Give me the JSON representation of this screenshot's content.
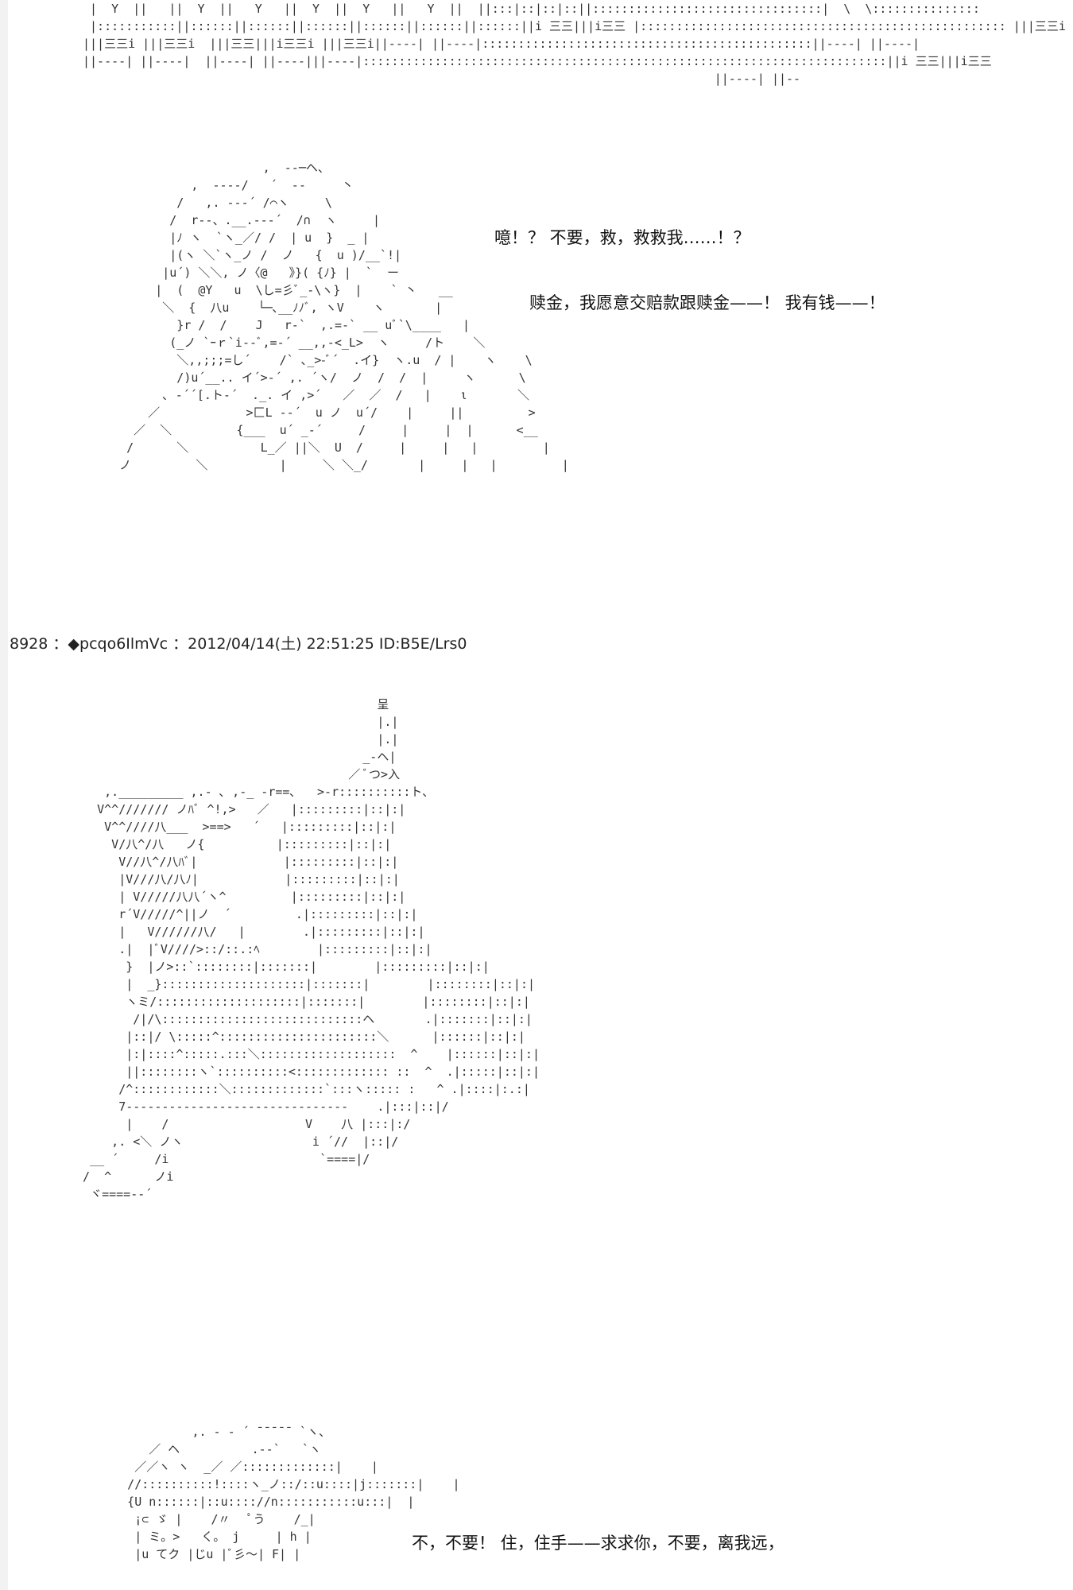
{
  "thread": {
    "post_header": "8928 ：◆pcqo6IlmVc ：2012/04/14(土) 22:51:25 ID:B5E/Lrs0"
  },
  "art": {
    "top_fragment": " |  Y  ||   ||  Y  ||   Y   ||  Y  ||  Y   ||   Y  ||  ||:::|::|::|::||::::::::::::::::::::::::::::::::|  \\  \\:::::::::::::::\n |:::::::::::||::::::||::::::||::::::||::::::||::::::||::::::||i 三三|||i三三 |::::::::::::::::::::::::::::::::::::::::::::::::::: |||三三i |||三三\n|||三三i |||三三i  |||三三|||i三三i |||三三i||----| ||----|::::::::::::::::::::::::::::::::::::::::::::::||----| ||----|\n||----| ||----|  ||----| ||----|||----|:::::::::::::::::::::::::::::::::::::::::::::::::::::::::::::::::::::::::||i 三三|||i三三\n                                                                                        ||----| ||--",
    "figure_1": "                      ,  --─ヘ、\n            ,  ----/   ´  -‐     丶\n          /   ,. --‐´ /⌒ヽ     \\\n         /  r--、.__.--‐´  /∩  ヽ     |\n         |ﾉ ヽ  `ヽ_／/ /  | u  }  _ |\n         |(ヽ ＼`ヽ_ノ /  ノ   {  u )/__`!|\n        |u´) ＼＼, ノ〈@   》}( {ﾉ} |  `  ー\n       |  (  @Y   u  \\し=彡ﾞ_-\\ヽ}  |    ` 丶   __\n        ＼  {  八u    └─､__ﾉﾉﾞ, ヽV    ヽ       |\n          }r /  /    J   r‐`  ,.=‐` __ uﾞ`\\____   |\n         (_ノ `ｰｒ`i‐‐ﾞ,=‐´ __,,-<_L>  ヽ     /ト    ＼\n          ＼,,;;;=し´    /` ､_>-ﾞ´  .イ}  ヽ.u  / |    ヽ    \\\n          /)u´__.. イ´>‐´ ,. ´ヽ/  ノ  /  /  |     ヽ      \\\n        ､ ‐´´[.ト-´  ._. イ ,>´   ／  ／  /   |    ι       ＼\n      ／            >匚L ‐‐´  u ノ  u´/    |     ||         >\n    ／  ＼         {___  u´ _‐´     /     |     |  |      <__\n   /      ＼          L_／ ||＼  U  /     |     |   |         |\n  ノ         ＼          |     ＼ ＼_/       |     |   |         |",
    "figure_2": "                                           呈\n                                           |.|\n                                           |.|\n                                         _-ヘ|\n                                       ／ ﾞつ>入\n     ,._________ ,.- ､ ,-_ -r==､   >‐r::::::::::ト、\n    V^^/////// ノﾊﾞ ^!,>   ／   |:::::::::|::|:|\n     V^^////八___  >==>   ´   |:::::::::|::|:|\n      V/八^/八   ノ{          |:::::::::|::|:|\n       V//八^/八ﾊﾞ|            |:::::::::|::|:|\n       |V///八/八ﾉ|            |:::::::::|::|:|\n       | V/////八八´ヽ^         |:::::::::|::|:|\n       r´V/////^||ノ  ´         .|:::::::::|::|:|\n       |   V//////八/   |        .|:::::::::|::|:|\n       .|  |ﾞV////>::/::.:ﾍ        |:::::::::|::|:|\n        }  |ノ>::`::::::::|:::::::|        |:::::::::|::|:|\n        |  _}::::::::::::::::::::|:::::::|        |::::::::|::|:|\n        ヽミ/::::::::::::::::::::|:::::::|        |::::::::|::|:|\n         /|/\\::::::::::::::::::::::::::::ヘ       .|:::::::|::|:|\n        |::|/ \\:::::^::::::::::::::::::::::＼      |::::::|::|:|\n        |:|::::^:::::.:::＼:::::::::::::::::::  ^    |::::::|::|:|\n        ||::::::::ヽ`::::::::::<::::::::::::: ::  ^  .|:::::|::|:|\n       /^::::::::::::＼:::::::::::::`:::ヽ::::: :   ^ .|::::|:.:|\n       7-------------------------------    .|:::|::|/\n        |    /                   V    八 |:::|:/\n      ,. <＼ ノヽ                  i ´//  |::|/\n   __ ´     /i                     `====|/\n  /  ^      ノi\n   ヾ====‐-´",
    "figure_3": "               ,. - ‐ ´ ̄ ̄ ̄ ̄ ̄  `ヽ、\n         ／ ヘ          .-‐`   `ヽ\n       ／／ヽ ヽ  _／ ／:::::::::::::|    |\n      //::::::::::!::::ヽ_ノ::/::u::::|j:::::::|    |\n      {U n::::::|::u:::://n:::::::::::u:::|  |\n       ¡⊂ ゞ |    /〃   ﾟう    /_|\n       | ミ。>   く。 j     | h |\n       |u てク |じu |ﾞ彡〜| F| |"
  },
  "dialogue": {
    "line_1": "噫！？  不要，救，救救我……！？",
    "line_2": "赎金，我愿意交赔款跟赎金——！   我有钱——！",
    "line_3": "不，不要！   住，住手——求求你，不要，离我远，"
  }
}
